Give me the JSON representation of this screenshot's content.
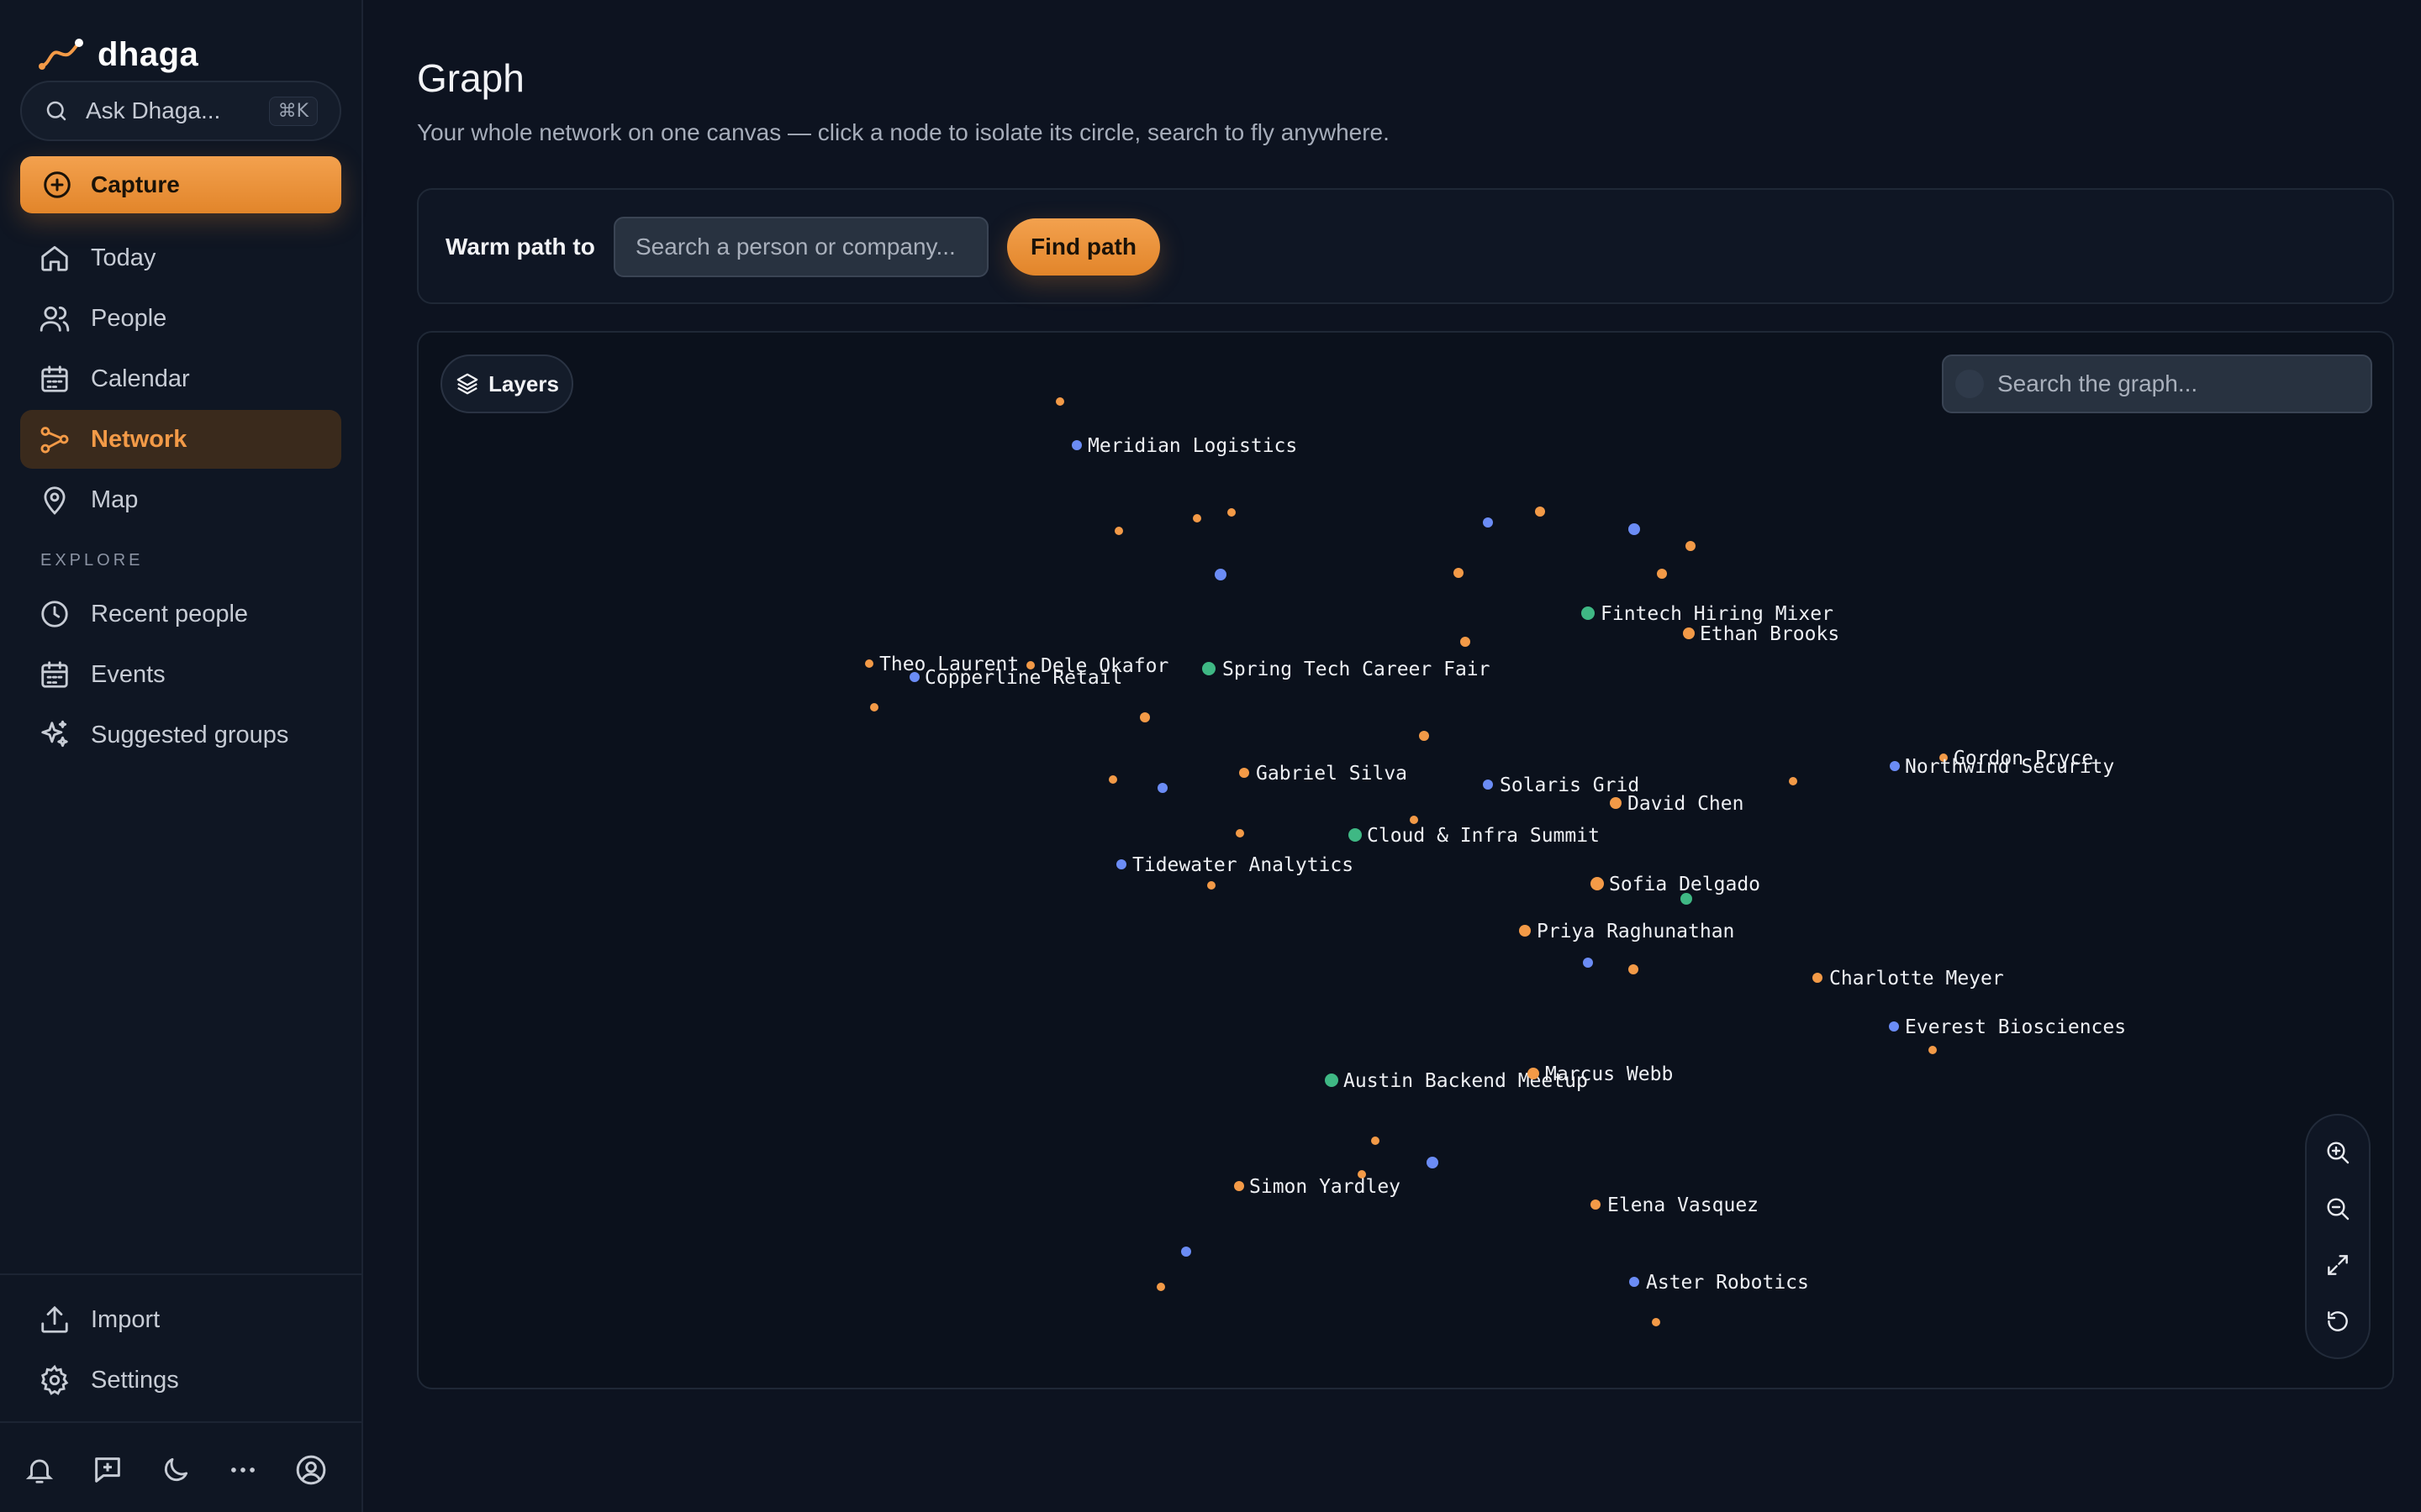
{
  "brand": {
    "name": "dhaga",
    "accent": "#f39a47"
  },
  "sidebar": {
    "ask_label": "Ask Dhaga...",
    "ask_shortcut": "⌘K",
    "capture_label": "Capture",
    "nav": [
      {
        "label": "Today",
        "icon": "home-icon"
      },
      {
        "label": "People",
        "icon": "people-icon"
      },
      {
        "label": "Calendar",
        "icon": "calendar-icon"
      },
      {
        "label": "Network",
        "icon": "network-icon",
        "active": true
      },
      {
        "label": "Map",
        "icon": "map-pin-icon"
      }
    ],
    "explore_label": "EXPLORE",
    "explore": [
      {
        "label": "Recent people",
        "icon": "clock-icon"
      },
      {
        "label": "Events",
        "icon": "calendar-icon"
      },
      {
        "label": "Suggested groups",
        "icon": "sparkles-icon"
      }
    ],
    "footer": [
      {
        "label": "Import",
        "icon": "upload-icon"
      },
      {
        "label": "Settings",
        "icon": "gear-icon"
      }
    ],
    "bottom_icons": [
      "bell-icon",
      "new-message-icon",
      "moon-icon",
      "more-icon",
      "account-icon"
    ]
  },
  "page": {
    "title": "Graph",
    "subtitle": "Your whole network on one canvas — click a node to isolate its circle, search to fly anywhere."
  },
  "warm_path": {
    "label": "Warm path to",
    "placeholder": "Search a person or company...",
    "button": "Find path"
  },
  "graph": {
    "layers_label": "Layers",
    "search_placeholder": "Search the graph...",
    "colors": {
      "person": "#f39a47",
      "company": "#6b8cf5",
      "event": "#3fb884"
    },
    "nodes": [
      {
        "label": "Meridian Logistics",
        "kind": "company"
      },
      {
        "label": "Fintech Hiring Mixer",
        "kind": "event"
      },
      {
        "label": "Ethan Brooks",
        "kind": "person"
      },
      {
        "label": "Theo Laurent",
        "kind": "person"
      },
      {
        "label": "Dele Okafor",
        "kind": "person"
      },
      {
        "label": "Copperline Retail",
        "kind": "company"
      },
      {
        "label": "Spring Tech Career Fair",
        "kind": "event"
      },
      {
        "label": "Gabriel Silva",
        "kind": "person"
      },
      {
        "label": "Solaris Grid",
        "kind": "company"
      },
      {
        "label": "David Chen",
        "kind": "person"
      },
      {
        "label": "Gordon Pryce",
        "kind": "person"
      },
      {
        "label": "Northwind Security",
        "kind": "company"
      },
      {
        "label": "Cloud & Infra Summit",
        "kind": "event"
      },
      {
        "label": "Tidewater Analytics",
        "kind": "company"
      },
      {
        "label": "Sofia Delgado",
        "kind": "person"
      },
      {
        "label": "Priya Raghunathan",
        "kind": "person"
      },
      {
        "label": "Charlotte Meyer",
        "kind": "person"
      },
      {
        "label": "Everest Biosciences",
        "kind": "company"
      },
      {
        "label": "Austin Backend Meetup",
        "kind": "event"
      },
      {
        "label": "Marcus Webb",
        "kind": "person"
      },
      {
        "label": "Simon Yardley",
        "kind": "person"
      },
      {
        "label": "Elena Vasquez",
        "kind": "person"
      },
      {
        "label": "Aster Robotics",
        "kind": "company"
      }
    ]
  },
  "zoom_controls": [
    "zoom-in-icon",
    "zoom-out-icon",
    "fit-view-icon",
    "reset-icon"
  ]
}
